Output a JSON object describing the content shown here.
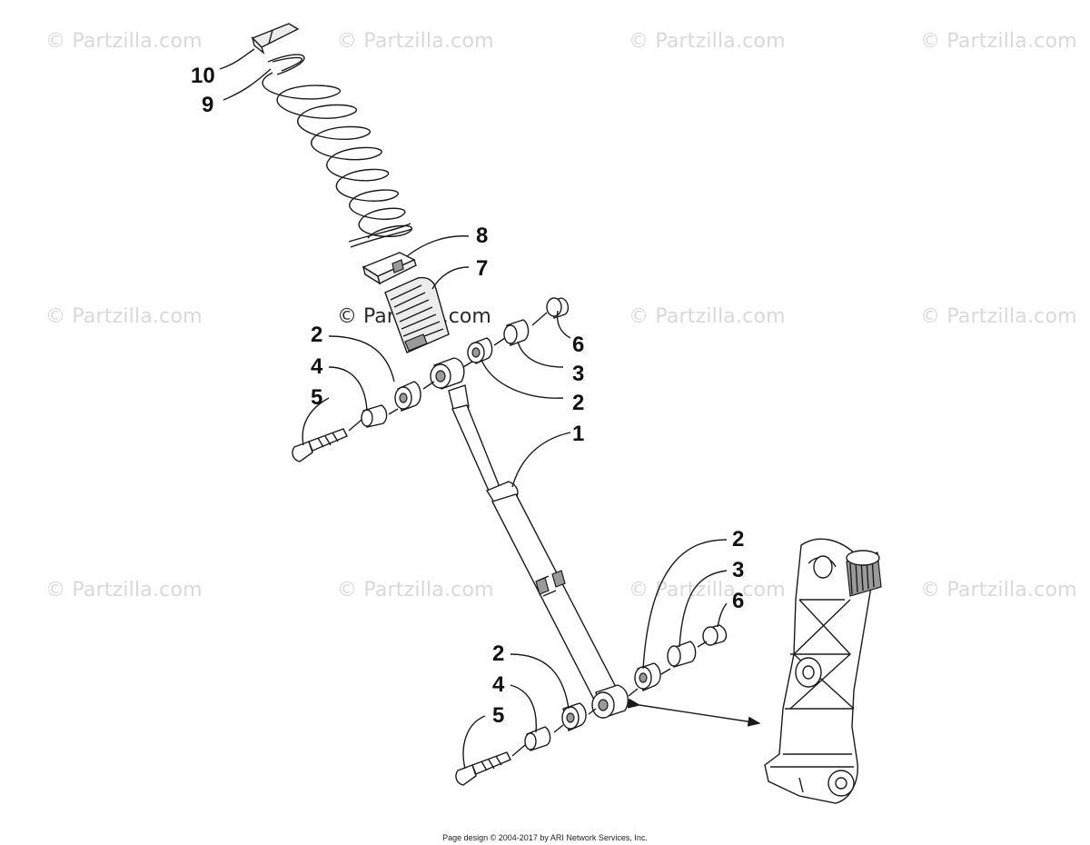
{
  "watermark": "© Partzilla.com",
  "footer": "Page design © 2004-2017 by ARI Network Services, Inc.",
  "callouts": {
    "c10": "10",
    "c9": "9",
    "c8": "8",
    "c7": "7",
    "c2a": "2",
    "c4a": "4",
    "c5a": "5",
    "c6a": "6",
    "c3a": "3",
    "c2b": "2",
    "c1": "1",
    "c2c": "2",
    "c3b": "3",
    "c6b": "6",
    "c2d": "2",
    "c4b": "4",
    "c5b": "5"
  }
}
